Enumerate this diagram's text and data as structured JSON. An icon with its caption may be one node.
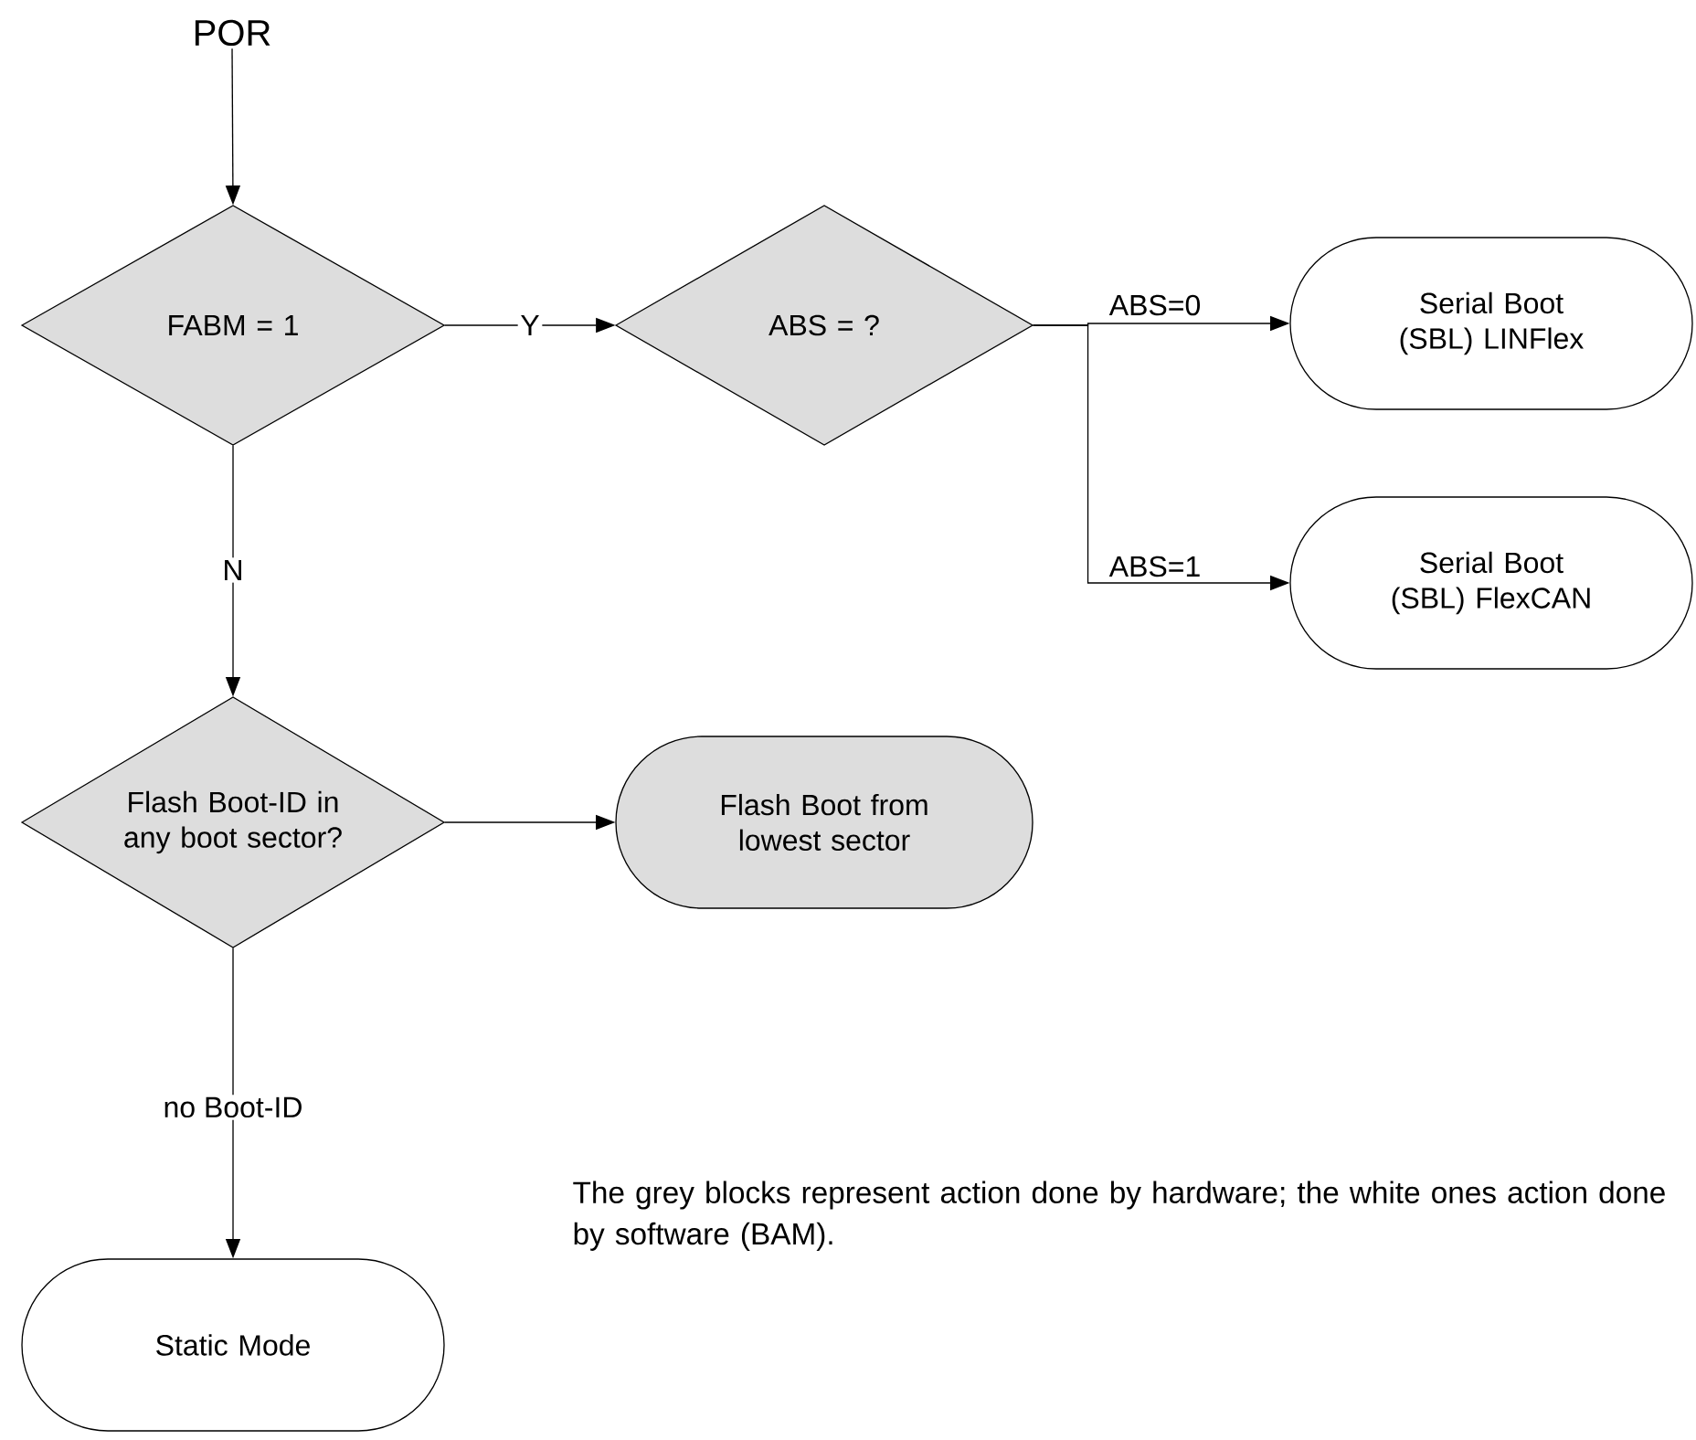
{
  "diagram": {
    "nodes": [
      {
        "text": [
          "POR"
        ]
      },
      {
        "text": [
          "FABM = 1"
        ]
      },
      {
        "text": [
          "ABS = ?"
        ]
      },
      {
        "text": [
          "Serial Boot (SBL) LINFlex"
        ]
      },
      {
        "text": [
          "Serial Boot (SBL) FlexCAN"
        ]
      },
      {
        "text": [
          "Flash Boot-ID in any boot sector?"
        ]
      },
      {
        "text": [
          "Flash Boot from lowest sector"
        ]
      },
      {
        "text": [
          "Static Mode"
        ]
      }
    ],
    "edges": [
      {
        "from": 0,
        "to": 1,
        "arrow": "to"
      },
      {
        "from": 1,
        "to": 2,
        "arrow": "to",
        "label": "Y"
      },
      {
        "from": 2,
        "to": 3,
        "arrow": "to",
        "label": "ABS=0"
      },
      {
        "from": 2,
        "to": 4,
        "arrow": "to",
        "label": "ABS=1"
      },
      {
        "from": 1,
        "to": 5,
        "arrow": "to",
        "label": "N"
      },
      {
        "from": 5,
        "to": 6,
        "arrow": "to"
      },
      {
        "from": 5,
        "to": 7,
        "arrow": "to",
        "label": "no Boot-ID"
      }
    ],
    "labels": [
      "The grey blocks represent action done by hardware; the white ones action done by software (BAM)."
    ]
  }
}
